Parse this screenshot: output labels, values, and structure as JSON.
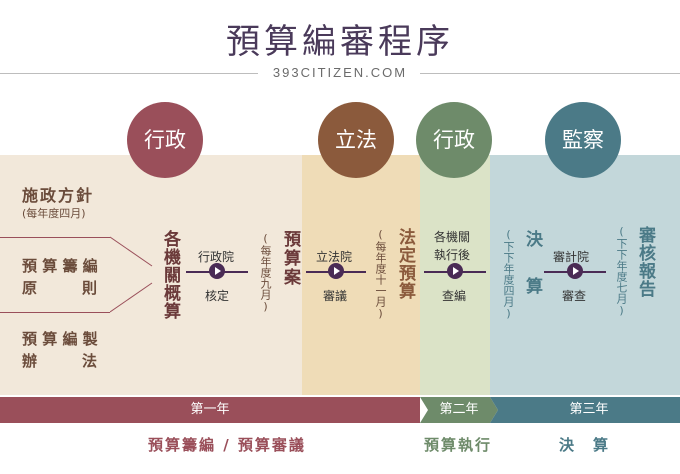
{
  "title": "預算編審程序",
  "site": "393CITIZEN.COM",
  "colors": {
    "exec_dark": "#9a4f5a",
    "legis_dark": "#8b5a3c",
    "exec2_dark": "#6e8b6a",
    "audit_dark": "#4b7a87",
    "beige_bg": "#f2e8da",
    "tan_bg": "#efdcb7",
    "green_bg": "#dbe3c7",
    "blue_bg": "#c3d7da",
    "purple": "#4a2b55"
  },
  "circles": {
    "exec1": "行政",
    "legis": "立法",
    "exec2": "行政",
    "audit": "監察"
  },
  "left": {
    "policy": "施政方針",
    "policy_note": "(每年度四月)",
    "principle_l1": "預 算 籌 編",
    "principle_l2": "原　　　則",
    "method_l1": "預 算 編 製",
    "method_l2": "辦　　　法"
  },
  "steps": {
    "agencies_summary": "各機關概算",
    "yuan1": "行政院",
    "yuan1_action": "核定",
    "budget_draft": "預算案",
    "budget_draft_note": "(每年度九月)",
    "yuan2": "立法院",
    "yuan2_action": "審議",
    "legal_budget": "法定預算",
    "legal_budget_note": "(每年度十一月)",
    "agencies": "各機關",
    "exec_after": "執行後",
    "exec_action": "查編",
    "final": "決算",
    "final_note": "(下下年度四月)",
    "audit_office": "審計院",
    "audit_action": "審查",
    "audit_report": "審核報告",
    "audit_report_note": "(下下年度七月)"
  },
  "bars": {
    "year1": "第一年",
    "year2": "第二年",
    "year3": "第三年"
  },
  "bottom": {
    "b1": "預算籌編 / 預算審議",
    "b2": "預算執行",
    "b3": "決　算"
  }
}
